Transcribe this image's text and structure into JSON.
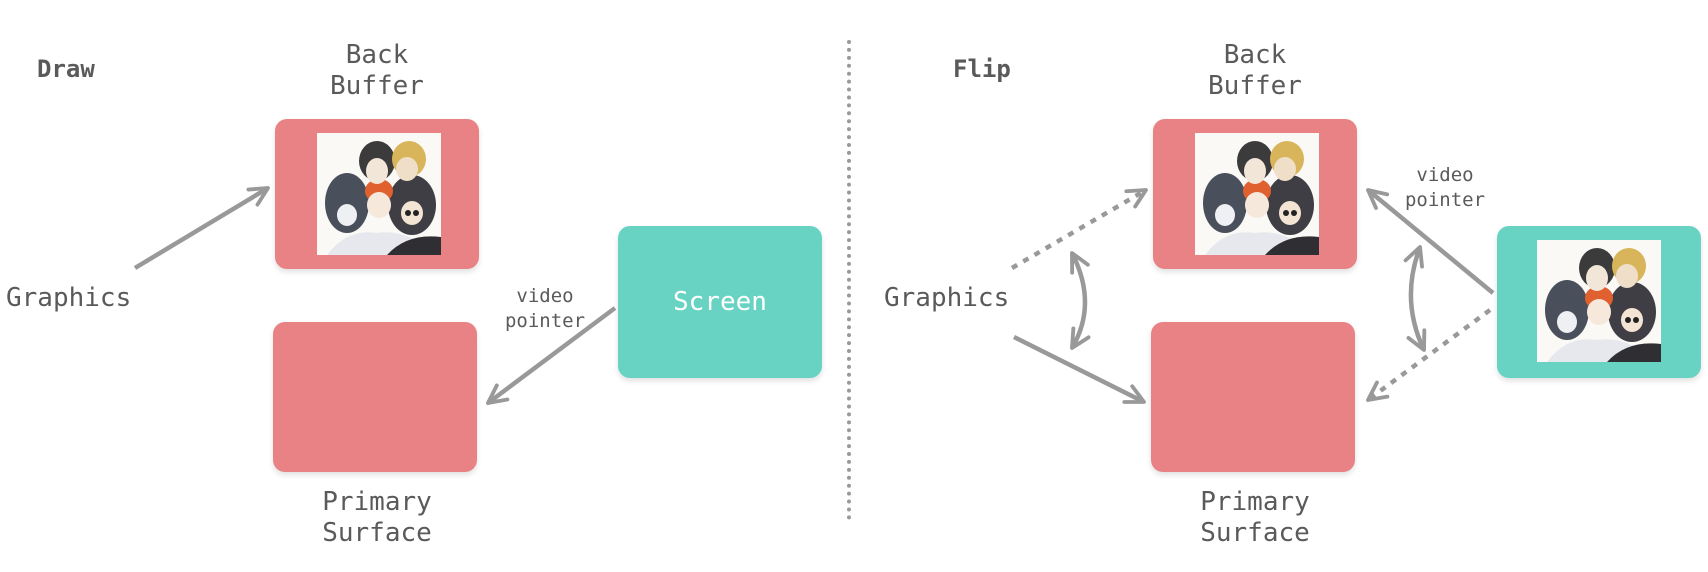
{
  "draw": {
    "title": "Draw",
    "graphics_label": "Graphics",
    "back_buffer": {
      "line1": "Back",
      "line2": "Buffer"
    },
    "primary_surface": {
      "line1": "Primary",
      "line2": "Surface"
    },
    "screen_label": "Screen",
    "video_pointer": {
      "line1": "video",
      "line2": "pointer"
    }
  },
  "flip": {
    "title": "Flip",
    "graphics_label": "Graphics",
    "back_buffer": {
      "line1": "Back",
      "line2": "Buffer"
    },
    "primary_surface": {
      "line1": "Primary",
      "line2": "Surface"
    },
    "video_pointer": {
      "line1": "video",
      "line2": "pointer"
    }
  },
  "colors": {
    "buffer": "#e98285",
    "screen": "#68d3c2",
    "arrow": "#999999"
  },
  "image_icon": "group-photo-illustration"
}
